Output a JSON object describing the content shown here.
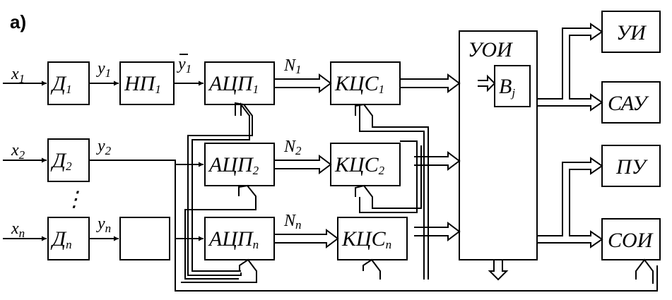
{
  "panel_label": "а)",
  "inputs": [
    {
      "base": "x",
      "sub": "1"
    },
    {
      "base": "x",
      "sub": "2"
    },
    {
      "base": "x",
      "sub": "n"
    }
  ],
  "sensors": [
    {
      "base": "Д",
      "sub": "1"
    },
    {
      "base": "Д",
      "sub": "2"
    },
    {
      "base": "Д",
      "sub": "n"
    }
  ],
  "sensor_outputs": [
    {
      "base": "y",
      "sub": "1"
    },
    {
      "base": "y",
      "sub": "2"
    },
    {
      "base": "y",
      "sub": "n"
    }
  ],
  "dots": "⋮",
  "normalizer": {
    "base": "НП",
    "sub": "1"
  },
  "normalized_output": {
    "base": "y",
    "sub": "1"
  },
  "adcs": [
    {
      "base": "АЦП",
      "sub": "1"
    },
    {
      "base": "АЦП",
      "sub": "2"
    },
    {
      "base": "АЦП",
      "sub": "n"
    }
  ],
  "codes": [
    {
      "base": "N",
      "sub": "1"
    },
    {
      "base": "N",
      "sub": "2"
    },
    {
      "base": "N",
      "sub": "n"
    }
  ],
  "switches": [
    {
      "base": "КЦС",
      "sub": "1"
    },
    {
      "base": "КЦС",
      "sub": "2"
    },
    {
      "base": "КЦС",
      "sub": "n"
    }
  ],
  "processor": {
    "label": "УОИ",
    "buffer": {
      "base": "B",
      "sub": "j"
    }
  },
  "outputs": [
    "УИ",
    "САУ",
    "ПУ",
    "СОИ"
  ]
}
